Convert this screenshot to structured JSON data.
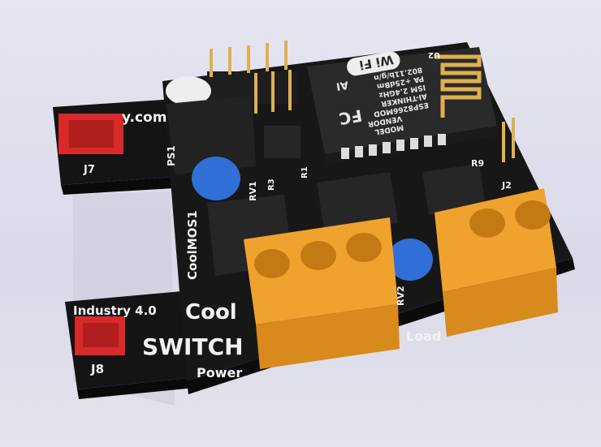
{
  "board": {
    "silkscreen": {
      "url_fragment": "y.com",
      "j7": "J7",
      "ps1": "PS1",
      "rv1": "RV1",
      "r3": "R3",
      "r1": "R1",
      "u2": "U2",
      "r9": "R9",
      "j2": "J2",
      "coolmos": "CoolMOS1",
      "industry": "Industry 4.0",
      "cool": "Cool",
      "switch": "SWITCH",
      "j8": "J8",
      "power": "Power",
      "load": "Load",
      "rv2": "RV2"
    },
    "module": {
      "model": "MODEL",
      "vendor": "VENDOR",
      "model_name": "ESP8266MOD",
      "vendor_name": "AI-THINKER",
      "band": "ISM 2.4GHz",
      "power": "PA +25dBm",
      "standard": "802.11b/g/n",
      "fcc": "FC",
      "logo_ai": "AI",
      "logo_wifi": "Wi Fi"
    }
  },
  "colors": {
    "pcb": "#141414",
    "connector_orange": "#f0a22e",
    "pot_blue": "#2f6fd6",
    "jst_red": "#d82a2a",
    "gold": "#e0b050"
  }
}
